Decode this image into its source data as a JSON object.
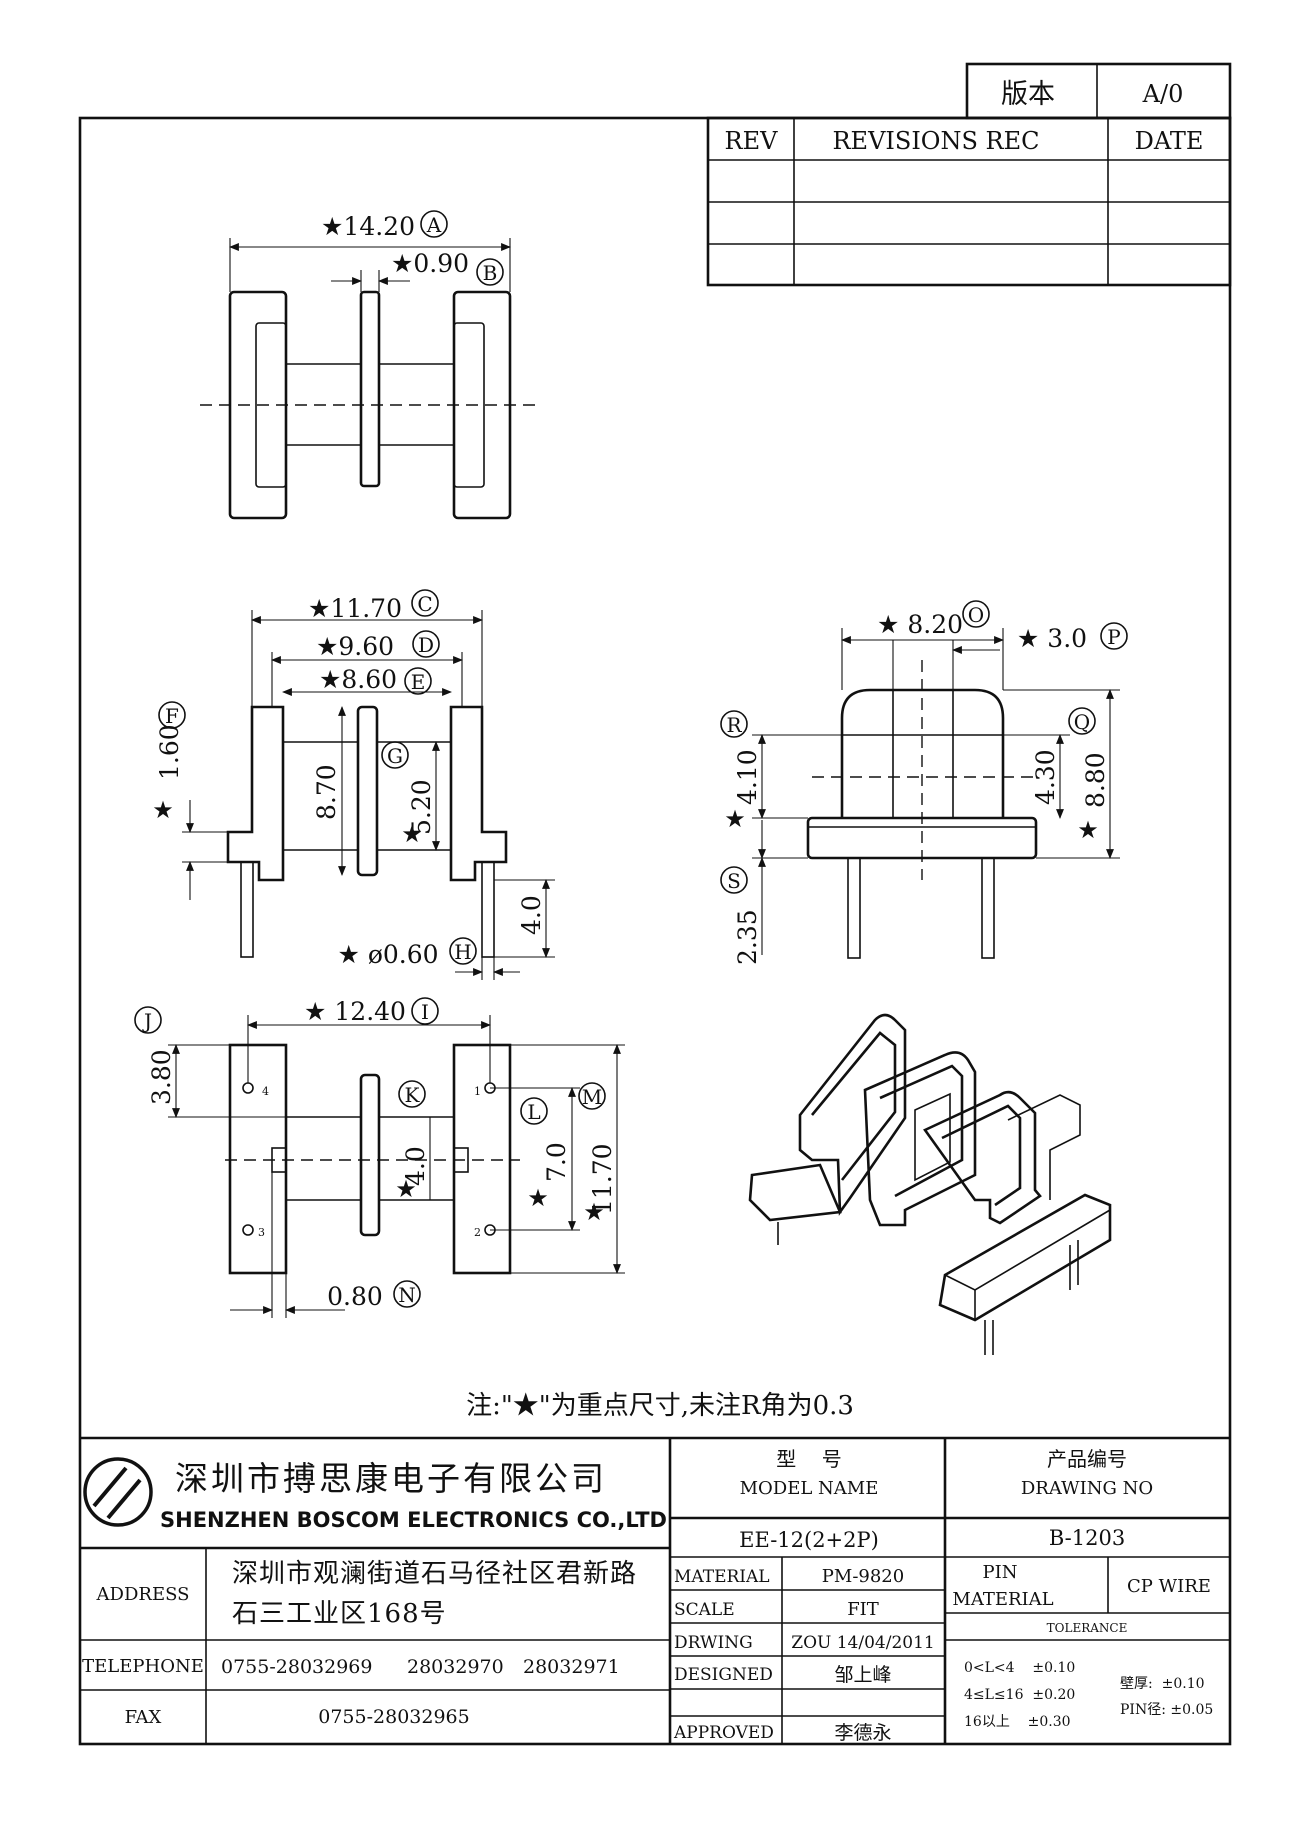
{
  "version_block": {
    "label": "版本",
    "value": "A/0"
  },
  "revisions": {
    "headers": [
      "REV",
      "REVISIONS REC",
      "DATE"
    ],
    "rows": [
      [
        "",
        "",
        ""
      ],
      [
        "",
        "",
        ""
      ],
      [
        "",
        "",
        ""
      ]
    ]
  },
  "dimensions": {
    "A": {
      "value": "14.20",
      "tag": "A"
    },
    "B": {
      "value": "0.90",
      "tag": "B"
    },
    "C": {
      "value": "11.70",
      "tag": "C"
    },
    "D": {
      "value": "9.60",
      "tag": "D"
    },
    "E": {
      "value": "8.60",
      "tag": "E"
    },
    "F": {
      "value": "1.60",
      "tag": "F"
    },
    "G": {
      "value": "5.20",
      "tag": "G"
    },
    "H": {
      "value": "0.60",
      "tag": "H"
    },
    "I": {
      "value": "12.40",
      "tag": "I"
    },
    "J": {
      "value": "3.80",
      "tag": "J"
    },
    "K": {
      "value": "4.0",
      "tag": "K"
    },
    "L": {
      "value": "7.0",
      "tag": "L"
    },
    "M": {
      "value": "11.70",
      "tag": "M"
    },
    "N": {
      "value": "0.80",
      "tag": "N"
    },
    "O": {
      "value": "8.20",
      "tag": "O"
    },
    "P": {
      "value": "3.0",
      "tag": "P"
    },
    "Q": {
      "value": "4.30",
      "tag": "Q"
    },
    "R": {
      "value": "4.10",
      "tag": "R"
    },
    "S": {
      "value": "2.35",
      "tag": "S"
    },
    "side_height": "8.70",
    "pin_length": "4.0",
    "total_height": "8.80"
  },
  "symbols": {
    "star": "★",
    "diameter": "ø"
  },
  "pin_numbers": [
    "4",
    "1",
    "3",
    "2"
  ],
  "note": "注:\"★\"为重点尺寸,未注R角为0.3",
  "company": {
    "name_cn": "深圳市搏思康电子有限公司",
    "name_en": "SHENZHEN BOSCOM ELECTRONICS CO.,LTD"
  },
  "contact": {
    "address_label": "ADDRESS",
    "address_line1": "深圳市观澜街道石马径社区君新路",
    "address_line2": "石三工业区168号",
    "telephone_label": "TELEPHONE",
    "telephone_1": "0755-28032969",
    "telephone_2": "28032970",
    "telephone_3": "28032971",
    "fax_label": "FAX",
    "fax": "0755-28032965"
  },
  "model": {
    "label_cn": "型    号",
    "label_en": "MODEL NAME",
    "value": "EE-12(2+2P)"
  },
  "drawing_no": {
    "label_cn": "产品编号",
    "label_en": "DRAWING NO",
    "value": "B-1203"
  },
  "specs": {
    "material_label": "MATERIAL",
    "material": "PM-9820",
    "scale_label": "SCALE",
    "scale": "FIT",
    "drwing_label": "DRWING",
    "drwing": "ZOU 14/04/2011",
    "designed_label": "DESIGNED",
    "designed": "邹上峰",
    "approved_label": "APPROVED",
    "approved": "李德永"
  },
  "pin_material": {
    "label_line1": "PIN",
    "label_line2": "MATERIAL",
    "value": "CP WIRE"
  },
  "tolerance": {
    "label": "TOLERANCE",
    "rows": [
      "0<L<4    ±0.10",
      "4≤L≤16  ±0.20",
      "16以上    ±0.30"
    ],
    "wall": "壁厚:  ±0.10",
    "pin_dia": "PIN径: ±0.05"
  }
}
